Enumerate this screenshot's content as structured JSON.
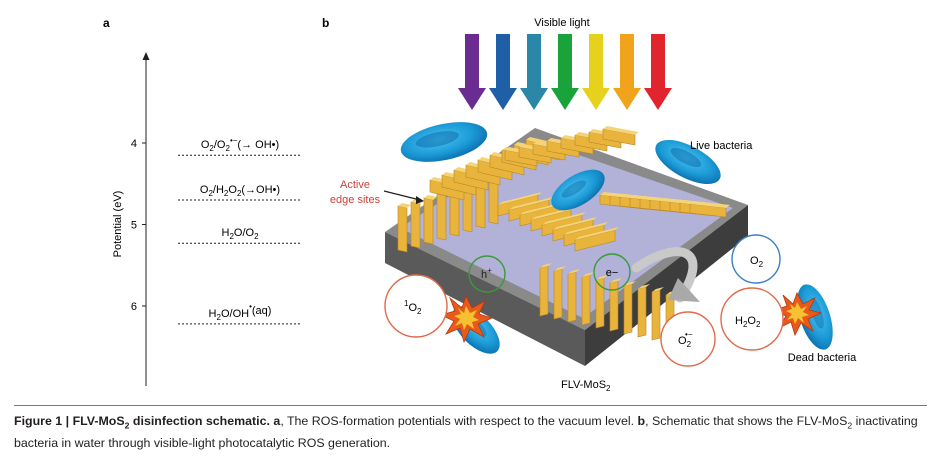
{
  "panels": {
    "a": "a",
    "b": "b"
  },
  "panel_a": {
    "axis_title": "Potential (eV)",
    "ticks": [
      {
        "label": "4",
        "value": 4
      },
      {
        "label": "5",
        "value": 5
      },
      {
        "label": "6",
        "value": 6
      }
    ],
    "levels": [
      {
        "pre": "O",
        "s1": "2",
        "mid": "/O",
        "s2": "2",
        "sup": "•−",
        "post": "(→ OH•)",
        "value": 4.15
      },
      {
        "pre": "O",
        "s1": "2",
        "mid": "/H",
        "s2": "2",
        "mid2": "O",
        "s3": "2",
        "post": "(→OH•)",
        "value": 4.7
      },
      {
        "pre": "H",
        "s1": "2",
        "mid": "O/O",
        "s2": "2",
        "value": 5.23
      },
      {
        "pre": "H",
        "s1": "2",
        "mid": "O/OH",
        "sup": "•",
        "post": "(aq)",
        "value": 6.22
      }
    ]
  },
  "panel_b": {
    "light_label": "Visible light",
    "arrow_colors": [
      "#6a2c91",
      "#1f5fa8",
      "#2a87a8",
      "#1aa33a",
      "#e6d21c",
      "#f0a31b",
      "#e0252c"
    ],
    "live_label": "Live bacteria",
    "edge_label_1": "Active",
    "edge_label_2": "edge sites",
    "edge_color": "#c8433c",
    "h_label": "h",
    "h_sup": "+",
    "e_label": "e−",
    "o2_label": "O",
    "o2_sub": "2",
    "singlet_sup": "1",
    "singlet_main": "O",
    "singlet_sub": "2",
    "h2o2_main": "H",
    "h2o2_sub1": "2",
    "h2o2_mid": "O",
    "h2o2_sub2": "2",
    "superoxide_main": "O",
    "superoxide_sub": "2",
    "superoxide_sup": "•−",
    "dead_label": "Dead bacteria",
    "substrate_main": "FLV-MoS",
    "substrate_sub": "2",
    "mos2_color": "#e8b43c",
    "bacteria_color": "#1b9ad6"
  },
  "caption": {
    "fig_num": "Figure 1 | ",
    "title_main": "FLV-MoS",
    "title_sub": "2",
    "title_end": " disinfection schematic.",
    "a_letter": "a",
    "a_text": ", The ROS-formation potentials with respect to the vacuum level. ",
    "b_letter": "b",
    "b_text1": ", Schematic that shows the FLV-MoS",
    "b_sub": "2",
    "b_text2": " inactivating bacteria in water through visible-light photocatalytic ROS generation."
  }
}
